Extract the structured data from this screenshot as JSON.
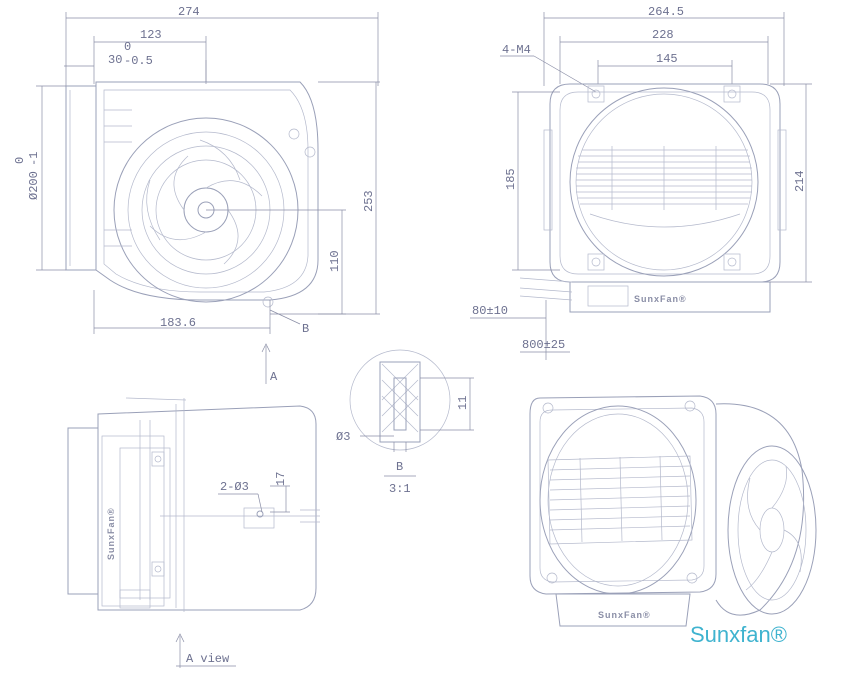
{
  "dimensions": {
    "top_left": {
      "overall_width": "274",
      "offset_123": "123",
      "flange": "30",
      "flange_upper_tol": "0",
      "flange_lower_tol": "-0.5",
      "diameter_outlet": "Ø200",
      "diameter_upper_tol": "0",
      "diameter_lower_tol": "-1",
      "height_253": "253",
      "height_110": "110",
      "width_183": "183.6",
      "detail_ref": "B"
    },
    "top_right": {
      "overall_width": "264.5",
      "hole_spacing_228": "228",
      "hole_spacing_145": "145",
      "screw_spec": "4-M4",
      "height_185": "185",
      "height_214": "214",
      "lead_80": "80±10",
      "lead_800": "800±25",
      "brand_text": "SunxFan®"
    },
    "detail_b": {
      "view_arrow": "A",
      "dim_11": "11",
      "dim_phi3": "Ø3",
      "label": "B",
      "scale": "3:1"
    },
    "bottom_left": {
      "hole_spec": "2-Ø3",
      "dim_17": "17",
      "brand_text": "SunxFan®",
      "view_label": "A view"
    },
    "bottom_right": {
      "brand_text": "SunxFan®"
    }
  },
  "watermark": "Sunxfan®",
  "colors": {
    "line": "#9aa0b8",
    "dimension_text": "#6d7190",
    "watermark": "#3fb3cf"
  }
}
